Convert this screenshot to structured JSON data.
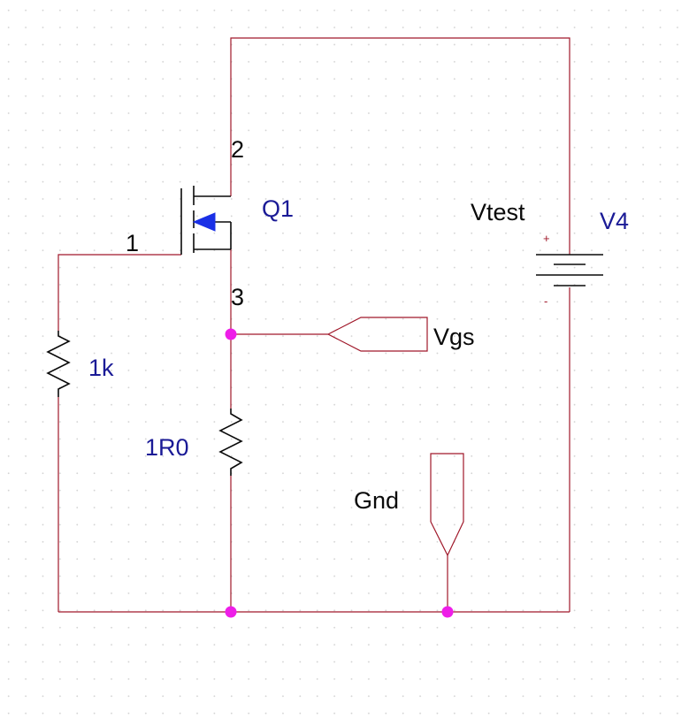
{
  "components": {
    "mosfet": {
      "ref": "Q1",
      "pin_gate": "1",
      "pin_drain": "2",
      "pin_source": "3"
    },
    "gate_resistor": {
      "value": "1k"
    },
    "source_resistor": {
      "value": "1R0"
    },
    "source": {
      "name": "Vtest",
      "ref": "V4",
      "plus": "+",
      "minus": "-"
    }
  },
  "offpage_connectors": {
    "vgs": "Vgs",
    "gnd": "Gnd"
  },
  "colors": {
    "wire": "#a0182a",
    "component": "#0a0a0a",
    "junction": "#ee1ee8",
    "ref_label": "#1a1a96",
    "pin_label": "#0a0a0a"
  }
}
